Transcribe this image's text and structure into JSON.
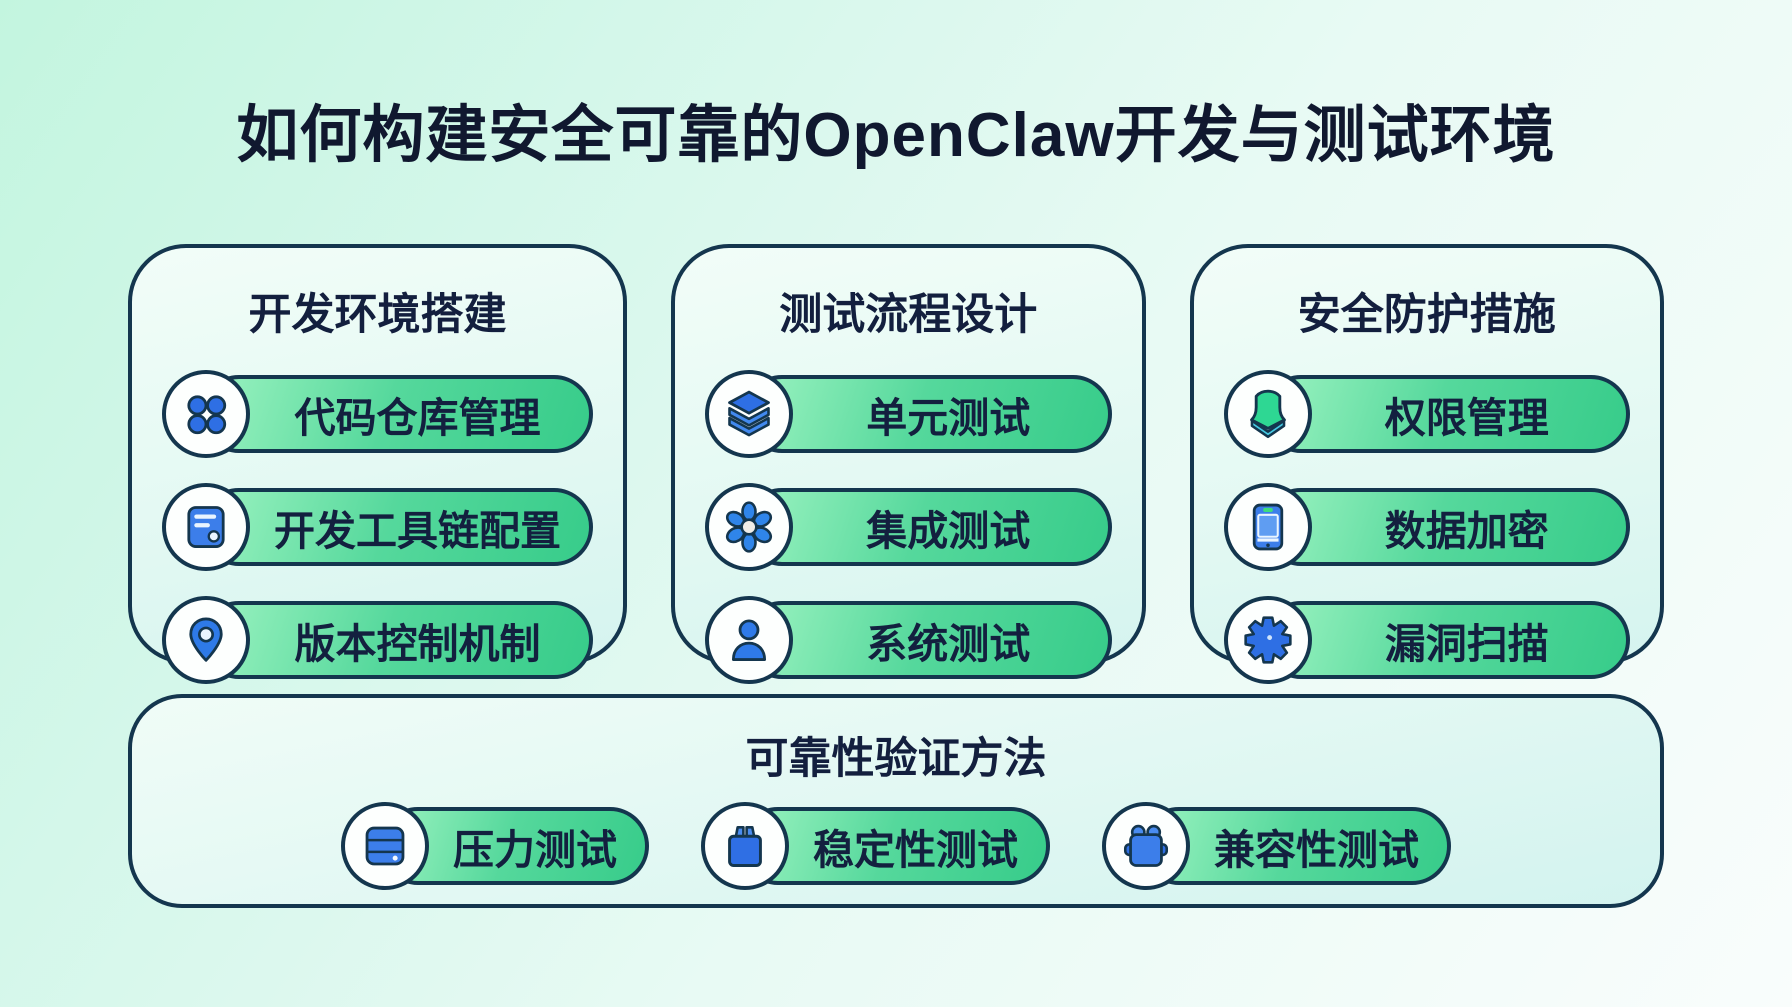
{
  "title": "如何构建安全可靠的OpenClaw开发与测试环境",
  "palette": {
    "ink_navy": "#14364e",
    "text_navy": "#131f3e",
    "pill_green_light": "#9cf3c1",
    "pill_green_dark": "#37cc8a",
    "icon_blue": "#2f6fe4",
    "icon_blue_light": "#4a8cf0",
    "shield_green": "#2ed793",
    "teal_accent": "#45c8e2",
    "background_mint": "#c3f5df",
    "background_white": "#f9fdfc"
  },
  "cards": [
    {
      "title": "开发环境搭建",
      "items": [
        {
          "icon": "app-grid-icon",
          "label": "代码仓库管理"
        },
        {
          "icon": "dev-tools-icon",
          "label": "开发工具链配置"
        },
        {
          "icon": "location-pin-icon",
          "label": "版本控制机制"
        }
      ]
    },
    {
      "title": "测试流程设计",
      "items": [
        {
          "icon": "layers-icon",
          "label": "单元测试"
        },
        {
          "icon": "integration-gear-icon",
          "label": "集成测试"
        },
        {
          "icon": "user-icon",
          "label": "系统测试"
        }
      ]
    },
    {
      "title": "安全防护措施",
      "items": [
        {
          "icon": "shield-icon",
          "label": "权限管理"
        },
        {
          "icon": "tablet-icon",
          "label": "数据加密"
        },
        {
          "icon": "gear-icon",
          "label": "漏洞扫描"
        }
      ]
    }
  ],
  "bottom_card": {
    "title": "可靠性验证方法",
    "items": [
      {
        "icon": "server-stack-icon",
        "label": "压力测试"
      },
      {
        "icon": "package-icon",
        "label": "稳定性测试"
      },
      {
        "icon": "puzzle-icon",
        "label": "兼容性测试"
      }
    ]
  }
}
